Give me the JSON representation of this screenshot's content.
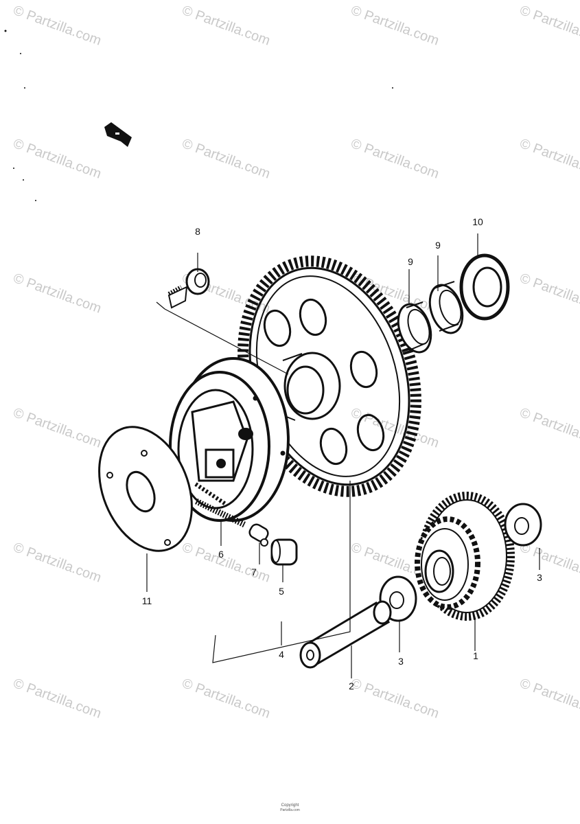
{
  "watermark": "© Partzilla.com",
  "callouts": [
    "1",
    "2",
    "3",
    "3",
    "4",
    "5",
    "6",
    "7",
    "8",
    "9",
    "9",
    "10",
    "11"
  ],
  "footer": {
    "line1": "Copyright",
    "line2": "Partzilla.com"
  },
  "colors": {
    "ink": "#111111",
    "watermark": "#c9c9c9",
    "background": "#ffffff"
  }
}
